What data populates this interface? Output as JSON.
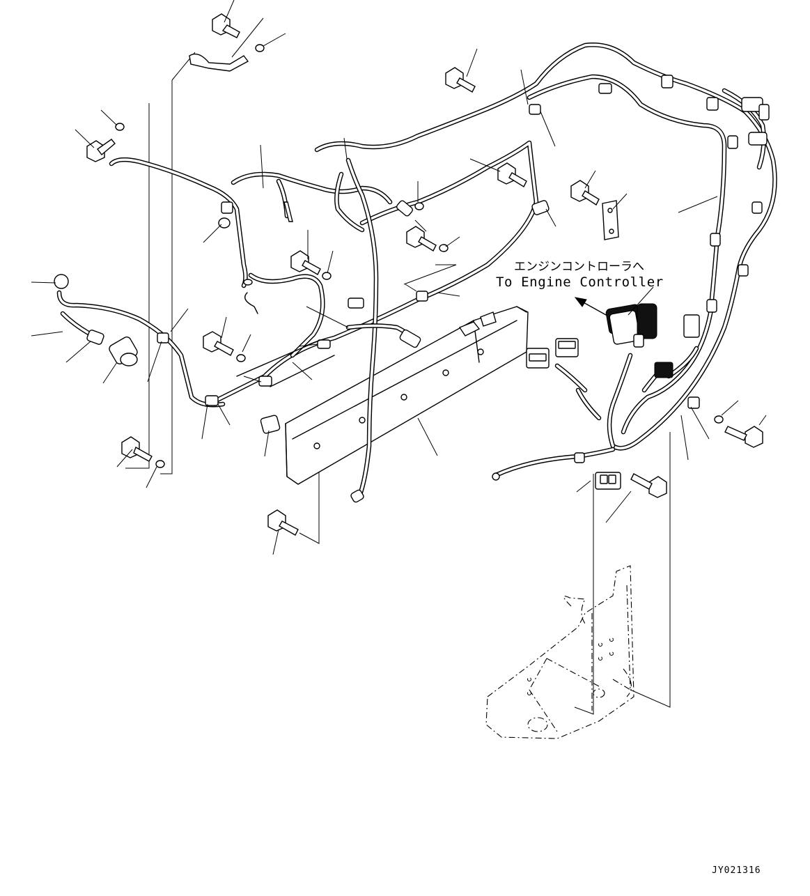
{
  "annotation": {
    "destination_jp": "エンジンコントローラへ",
    "destination_en": "To Engine Controller"
  },
  "drawing_code": "JY021316"
}
